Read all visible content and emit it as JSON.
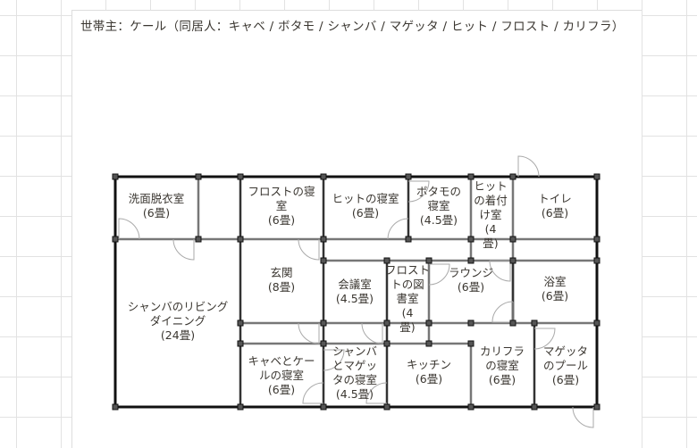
{
  "header": {
    "household": "世帯主：ケール（同居人：キャベ / ボタモ / シャンバ / マゲッタ / ヒット / フロスト / カリフラ）"
  },
  "rooms": [
    {
      "id": "washroom",
      "lines": [
        "洗面脱衣室",
        "(6畳)"
      ]
    },
    {
      "id": "frost-bedroom",
      "lines": [
        "フロストの寝",
        "室",
        "(6畳)"
      ]
    },
    {
      "id": "hit-bedroom",
      "lines": [
        "ヒットの寝室",
        "(6畳)"
      ]
    },
    {
      "id": "botamo-bedroom",
      "lines": [
        "ボタモの",
        "寝室",
        "(4.5畳)"
      ]
    },
    {
      "id": "hit-dressing",
      "lines": [
        "ヒット",
        "の着付",
        "け室",
        "(4",
        "畳)"
      ]
    },
    {
      "id": "toilet",
      "lines": [
        "トイレ",
        "(6畳)"
      ]
    },
    {
      "id": "shanba-living",
      "lines": [
        "シャンバのリビング",
        "ダイニング",
        "(24畳)"
      ]
    },
    {
      "id": "entrance",
      "lines": [
        "玄関",
        "(8畳)"
      ]
    },
    {
      "id": "meeting",
      "lines": [
        "会議室",
        "(4.5畳)"
      ]
    },
    {
      "id": "frost-library",
      "lines": [
        "フロスト",
        "トの図",
        "書室",
        "(4",
        "畳)"
      ]
    },
    {
      "id": "lounge",
      "lines": [
        "ラウンジ",
        "(6畳)"
      ]
    },
    {
      "id": "bath",
      "lines": [
        "浴室",
        "(6畳)"
      ]
    },
    {
      "id": "cabe-kale-bedroom",
      "lines": [
        "キャベとケー",
        "ルの寝室",
        "(6畳)"
      ]
    },
    {
      "id": "shanba-magetta-bedroom",
      "lines": [
        "シャンバ",
        "とマゲッ",
        "タの寝室",
        "(4.5畳)"
      ]
    },
    {
      "id": "kitchen",
      "lines": [
        "キッチン",
        "(6畳)"
      ]
    },
    {
      "id": "kalifla-bedroom",
      "lines": [
        "カリフラ",
        "の寝室",
        "(6畳)"
      ]
    },
    {
      "id": "magetta-pool",
      "lines": [
        "マゲッタ",
        "のプール",
        "(6畳)"
      ]
    }
  ]
}
